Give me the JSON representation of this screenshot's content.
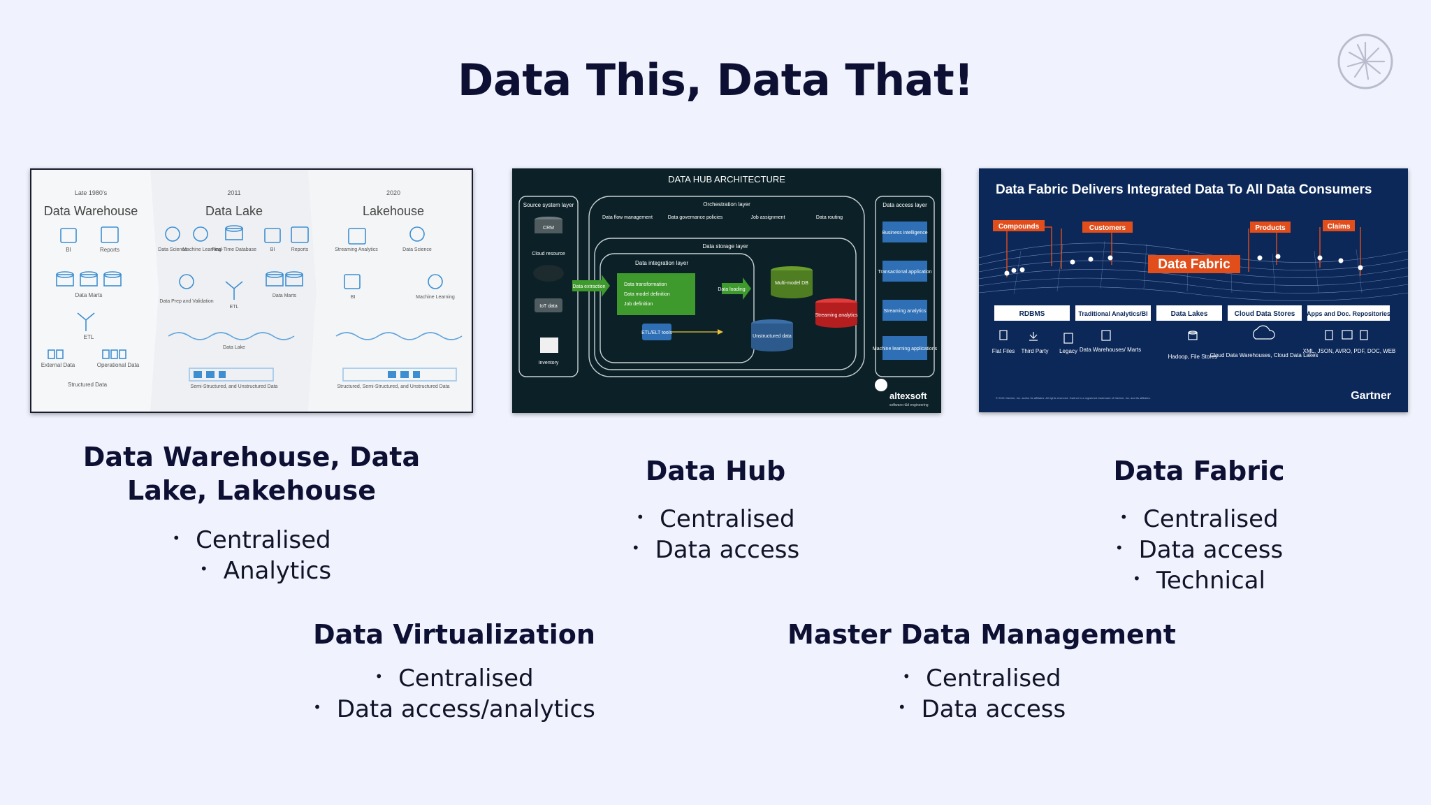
{
  "slide": {
    "title": "Data This, Data That!"
  },
  "thumbnails": {
    "warehouse": {
      "eras": [
        {
          "year": "Late 1980's",
          "name": "Data Warehouse"
        },
        {
          "year": "2011",
          "name": "Data Lake"
        },
        {
          "year": "2020",
          "name": "Lakehouse"
        }
      ],
      "labels": {
        "bi": "BI",
        "reports": "Reports",
        "data_marts": "Data Marts",
        "etl": "ETL",
        "external_data": "External Data",
        "operational_data": "Operational Data",
        "structured_data": "Structured Data",
        "data_science": "Data Science",
        "machine_learning": "Machine Learning",
        "realtime_db": "Real-Time Database",
        "data_prep": "Data Prep and Validation",
        "data_lake": "Data Lake",
        "semi_structured": "Semi-Structured, and Unstructured Data",
        "streaming_analytics": "Streaming Analytics",
        "all_data": "Structured, Semi-Structured, and Unstructured Data"
      }
    },
    "hub": {
      "title": "DATA HUB ARCHITECTURE",
      "source_layer": "Source system layer",
      "sources": [
        "CRM",
        "Cloud resource",
        "IoT data",
        "Inventory"
      ],
      "orchestration_layer": "Orchestration layer",
      "orchestration_items": [
        "Data flow management",
        "Data governance policies",
        "Job assignment",
        "Data routing"
      ],
      "storage_layer": "Data storage layer",
      "integration_layer": "Data integration layer",
      "extraction": "Data extraction",
      "integration_items": [
        "Data transformation",
        "Data model definition",
        "Job definition"
      ],
      "etl_tools": "ETL/ELT tools",
      "loading": "Data loading",
      "multi_model": "Multi-model DB",
      "unstructured": "Unstructured data",
      "streaming": "Streaming analytics",
      "access_layer": "Data access layer",
      "access_items": [
        "Business intelligence",
        "Transactional application",
        "Streaming analytics",
        "Machine learning applications"
      ],
      "brand": "altexsoft",
      "brand_sub": "software r&d engineering"
    },
    "fabric": {
      "title": "Data Fabric Delivers Integrated Data To All Data Consumers",
      "callouts": [
        "Compounds",
        "Customers",
        "Products",
        "Claims"
      ],
      "center_label": "Data Fabric",
      "sources": [
        "RDBMS",
        "Traditional Analytics/BI",
        "Data Lakes",
        "Cloud Data Stores",
        "Apps and Doc. Repositories"
      ],
      "source_details": [
        "Flat Files",
        "Third Party",
        "Legacy",
        "Data Warehouses/ Marts",
        "Hadoop, File Stores",
        "Cloud Data Warehouses, Cloud Data Lakes",
        "XML, JSON, AVRO, PDF, DOC, WEB"
      ],
      "brand": "Gartner",
      "footnote": "© 2021 Gartner, Inc. and/or its affiliates. All rights reserved. Gartner is a registered trademark of Gartner, Inc. and its affiliates."
    }
  },
  "sections": {
    "warehouse": {
      "title": "Data Warehouse, Data Lake, Lakehouse",
      "bullets": [
        "Centralised",
        "Analytics"
      ]
    },
    "hub": {
      "title": "Data Hub",
      "bullets": [
        "Centralised",
        "Data access"
      ]
    },
    "fabric": {
      "title": "Data Fabric",
      "bullets": [
        "Centralised",
        "Data access",
        "Technical"
      ]
    },
    "virtualization": {
      "title": "Data Virtualization",
      "bullets": [
        "Centralised",
        "Data access/analytics"
      ]
    },
    "mdm": {
      "title": "Master Data Management",
      "bullets": [
        "Centralised",
        "Data access"
      ]
    }
  },
  "colors": {
    "title": "#0d1033",
    "background": "#f0f3fd",
    "hub_bg": "#0b2127",
    "hub_green": "#3e9a2c",
    "fabric_bg": "#0b2859",
    "fabric_orange": "#e24e1b"
  }
}
